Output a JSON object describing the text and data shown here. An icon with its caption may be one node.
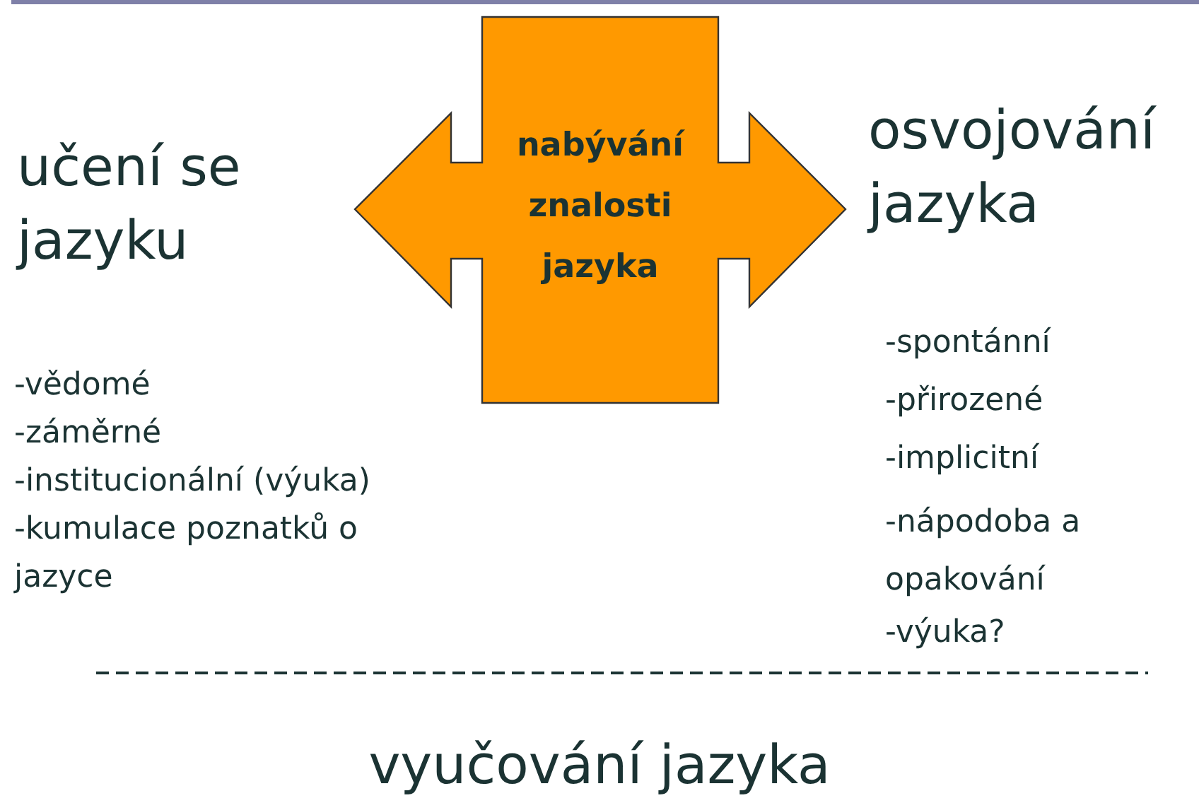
{
  "diagram": {
    "nodes": [
      {
        "text": [
          "nabývání znalosti jazyka"
        ]
      }
    ],
    "labels": [
      "učení se jazyku",
      "-vědomé",
      "-záměrné",
      "-institucionální (výuka)",
      "-kumulace poznatků o jazyce",
      "osvojování jazyka",
      "-spontánní",
      "-přirozené",
      "-implicitní",
      "-nápodoba a opakování",
      "-výuka?",
      "vyučování jazyka"
    ]
  }
}
